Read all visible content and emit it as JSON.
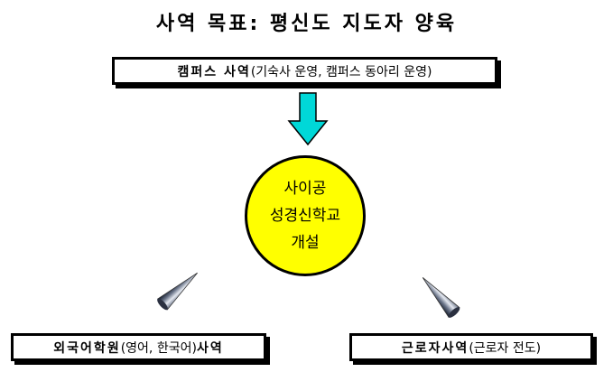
{
  "title": "사역 목표: 평신도 지도자 양육",
  "top_box": {
    "bold": "캠퍼스 사역",
    "rest": " (기숙사 운영, 캠퍼스 동아리 운영)"
  },
  "center": {
    "line1": "사이공",
    "line2": "성경신학교",
    "line3": "개설"
  },
  "left_box": {
    "bold": "외국어학원",
    "mid": "(영어, 한국어) ",
    "bold2": "사역"
  },
  "right_box": {
    "bold": "근로자사역",
    "rest": "(근로자 전도)"
  },
  "colors": {
    "center_fill": "#ffff00",
    "top_arrow": "#00d8d8",
    "cone_arrow": "#b8c0d0"
  }
}
